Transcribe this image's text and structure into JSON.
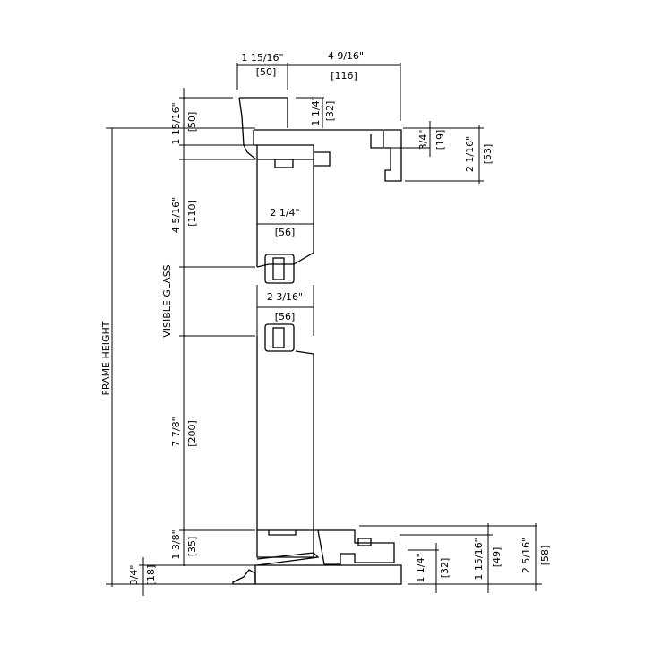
{
  "dimensions": {
    "top_left_width": "1 15/16\"",
    "top_left_width_mm": "[50]",
    "top_right_width": "4 9/16\"",
    "top_right_width_mm": "[116]",
    "head_height": "1 15/16\"",
    "head_height_mm": "[50]",
    "head_step": "1 1/4\"",
    "head_step_mm": "[32]",
    "head_right_small": "3/4\"",
    "head_right_small_mm": "[19]",
    "head_right_total": "2 1/16\"",
    "head_right_total_mm": "[53]",
    "top_rail": "4 5/16\"",
    "top_rail_mm": "[110]",
    "top_rail_depth": "2 1/4\"",
    "top_rail_depth_mm": "[56]",
    "visible_glass": "VISIBLE GLASS",
    "glass_depth": "2 3/16\"",
    "glass_depth_mm": "[56]",
    "bottom_rail": "7 7/8\"",
    "bottom_rail_mm": "[200]",
    "frame_height": "FRAME HEIGHT",
    "sill_step": "1 3/8\"",
    "sill_step_mm": "[35]",
    "sill_low": "3/4\"",
    "sill_low_mm": "[18]",
    "sill_right_inner": "1 1/4\"",
    "sill_right_inner_mm": "[32]",
    "sill_right_mid": "1 15/16\"",
    "sill_right_mid_mm": "[49]",
    "sill_right_total": "2 5/16\"",
    "sill_right_total_mm": "[58]"
  }
}
